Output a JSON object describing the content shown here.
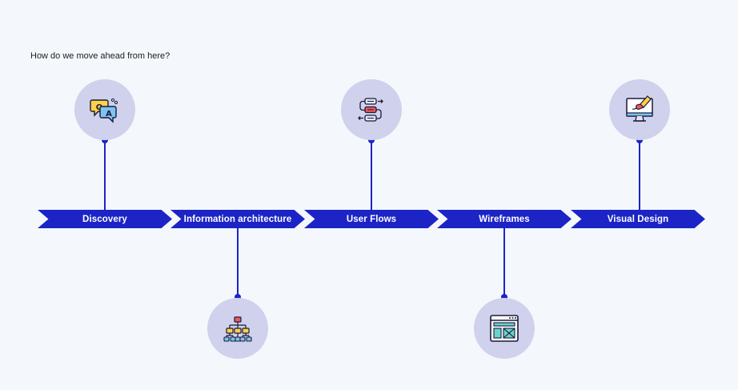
{
  "question": "How do we move ahead from here?",
  "stages": [
    {
      "label": "Discovery",
      "icon": "qa-chat-icon"
    },
    {
      "label": "Information architecture",
      "icon": "sitemap-icon"
    },
    {
      "label": "User Flows",
      "icon": "flow-icon"
    },
    {
      "label": "Wireframes",
      "icon": "wireframe-icon"
    },
    {
      "label": "Visual Design",
      "icon": "design-monitor-icon"
    }
  ],
  "icon_letters": {
    "q": "Q",
    "a": "A"
  },
  "colors": {
    "background": "#f4f8fc",
    "accent": "#1c24c6",
    "circle": "#d0d1ec"
  }
}
